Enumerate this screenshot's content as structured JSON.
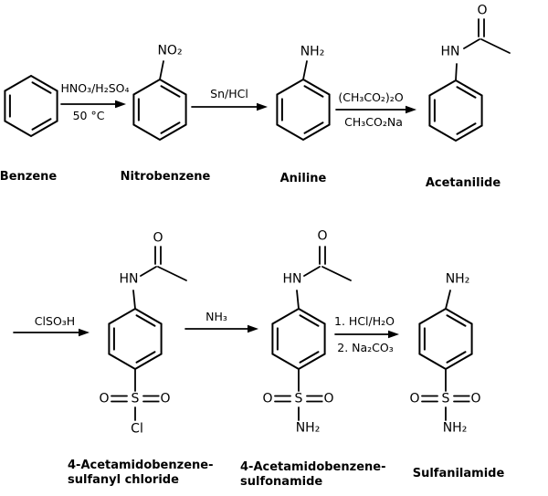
{
  "colors": {
    "background": "#ffffff",
    "ink": "#000000"
  },
  "atoms": {
    "no2": "NO₂",
    "nh2": "NH₂",
    "hn": "HN",
    "o": "O",
    "s": "S",
    "cl": "Cl"
  },
  "compounds": [
    {
      "name": "Benzene"
    },
    {
      "name": "Nitrobenzene"
    },
    {
      "name": "Aniline"
    },
    {
      "name": "Acetanilide"
    },
    {
      "name_line1": "4-Acetamidobenzene-",
      "name_line2": "sulfanyl chloride"
    },
    {
      "name_line1": "4-Acetamidobenzene-",
      "name_line2": "sulfonamide"
    },
    {
      "name": "Sulfanilamide"
    }
  ],
  "steps": [
    {
      "above": "HNO₃/H₂SO₄",
      "below": "50 °C"
    },
    {
      "above": "Sn/HCl",
      "below": ""
    },
    {
      "above": "(CH₃CO₂)₂O",
      "below": "CH₃CO₂Na"
    },
    {
      "above": "ClSO₃H",
      "below": ""
    },
    {
      "above": "NH₃",
      "below": ""
    },
    {
      "above": "1. HCl/H₂O",
      "below": "2. Na₂CO₃"
    }
  ]
}
